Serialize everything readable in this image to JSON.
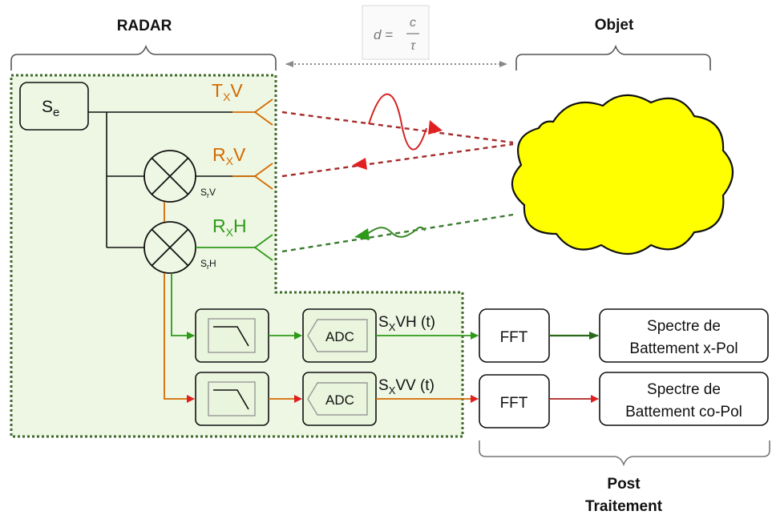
{
  "labels": {
    "radar": "RADAR",
    "objet": "Objet",
    "post_line1": "Post",
    "post_line2": "Traitement",
    "formula_lhs": "d =",
    "formula_num": "c",
    "formula_den": "τ"
  },
  "signals": {
    "se_main": "S",
    "se_sub": "e",
    "txv": {
      "a": "T",
      "sub": "X",
      "b": "V"
    },
    "rxv": {
      "a": "R",
      "sub": "X",
      "b": "V"
    },
    "rxh": {
      "a": "R",
      "sub": "X",
      "b": "H"
    },
    "srv": {
      "a": "S",
      "sub": "r",
      "b": "V"
    },
    "srh": {
      "a": "S",
      "sub": "r",
      "b": "H"
    },
    "sxvh": {
      "a": "S",
      "sub": "X",
      "b": "VH (t)"
    },
    "sxvv": {
      "a": "S",
      "sub": "X",
      "b": "VV (t)"
    }
  },
  "blocks": {
    "adc1": "ADC",
    "adc2": "ADC",
    "fft1": "FFT",
    "fft2": "FFT",
    "spec_x": [
      "Spectre de",
      "Battement x-Pol"
    ],
    "spec_co": [
      "Spectre de",
      "Battement co-Pol"
    ]
  },
  "colors": {
    "panel_fill": "#eef7e4",
    "panel_border": "#3f6a2a",
    "block_fill": "#e9f5dc",
    "tx": "#d46a00",
    "rxh": "#2e9a1a",
    "red_path": "#a52a2a",
    "green_path": "#3a7a30",
    "red_arrow": "#e02020",
    "cloud": "#ffff00",
    "gray": "#888888"
  }
}
